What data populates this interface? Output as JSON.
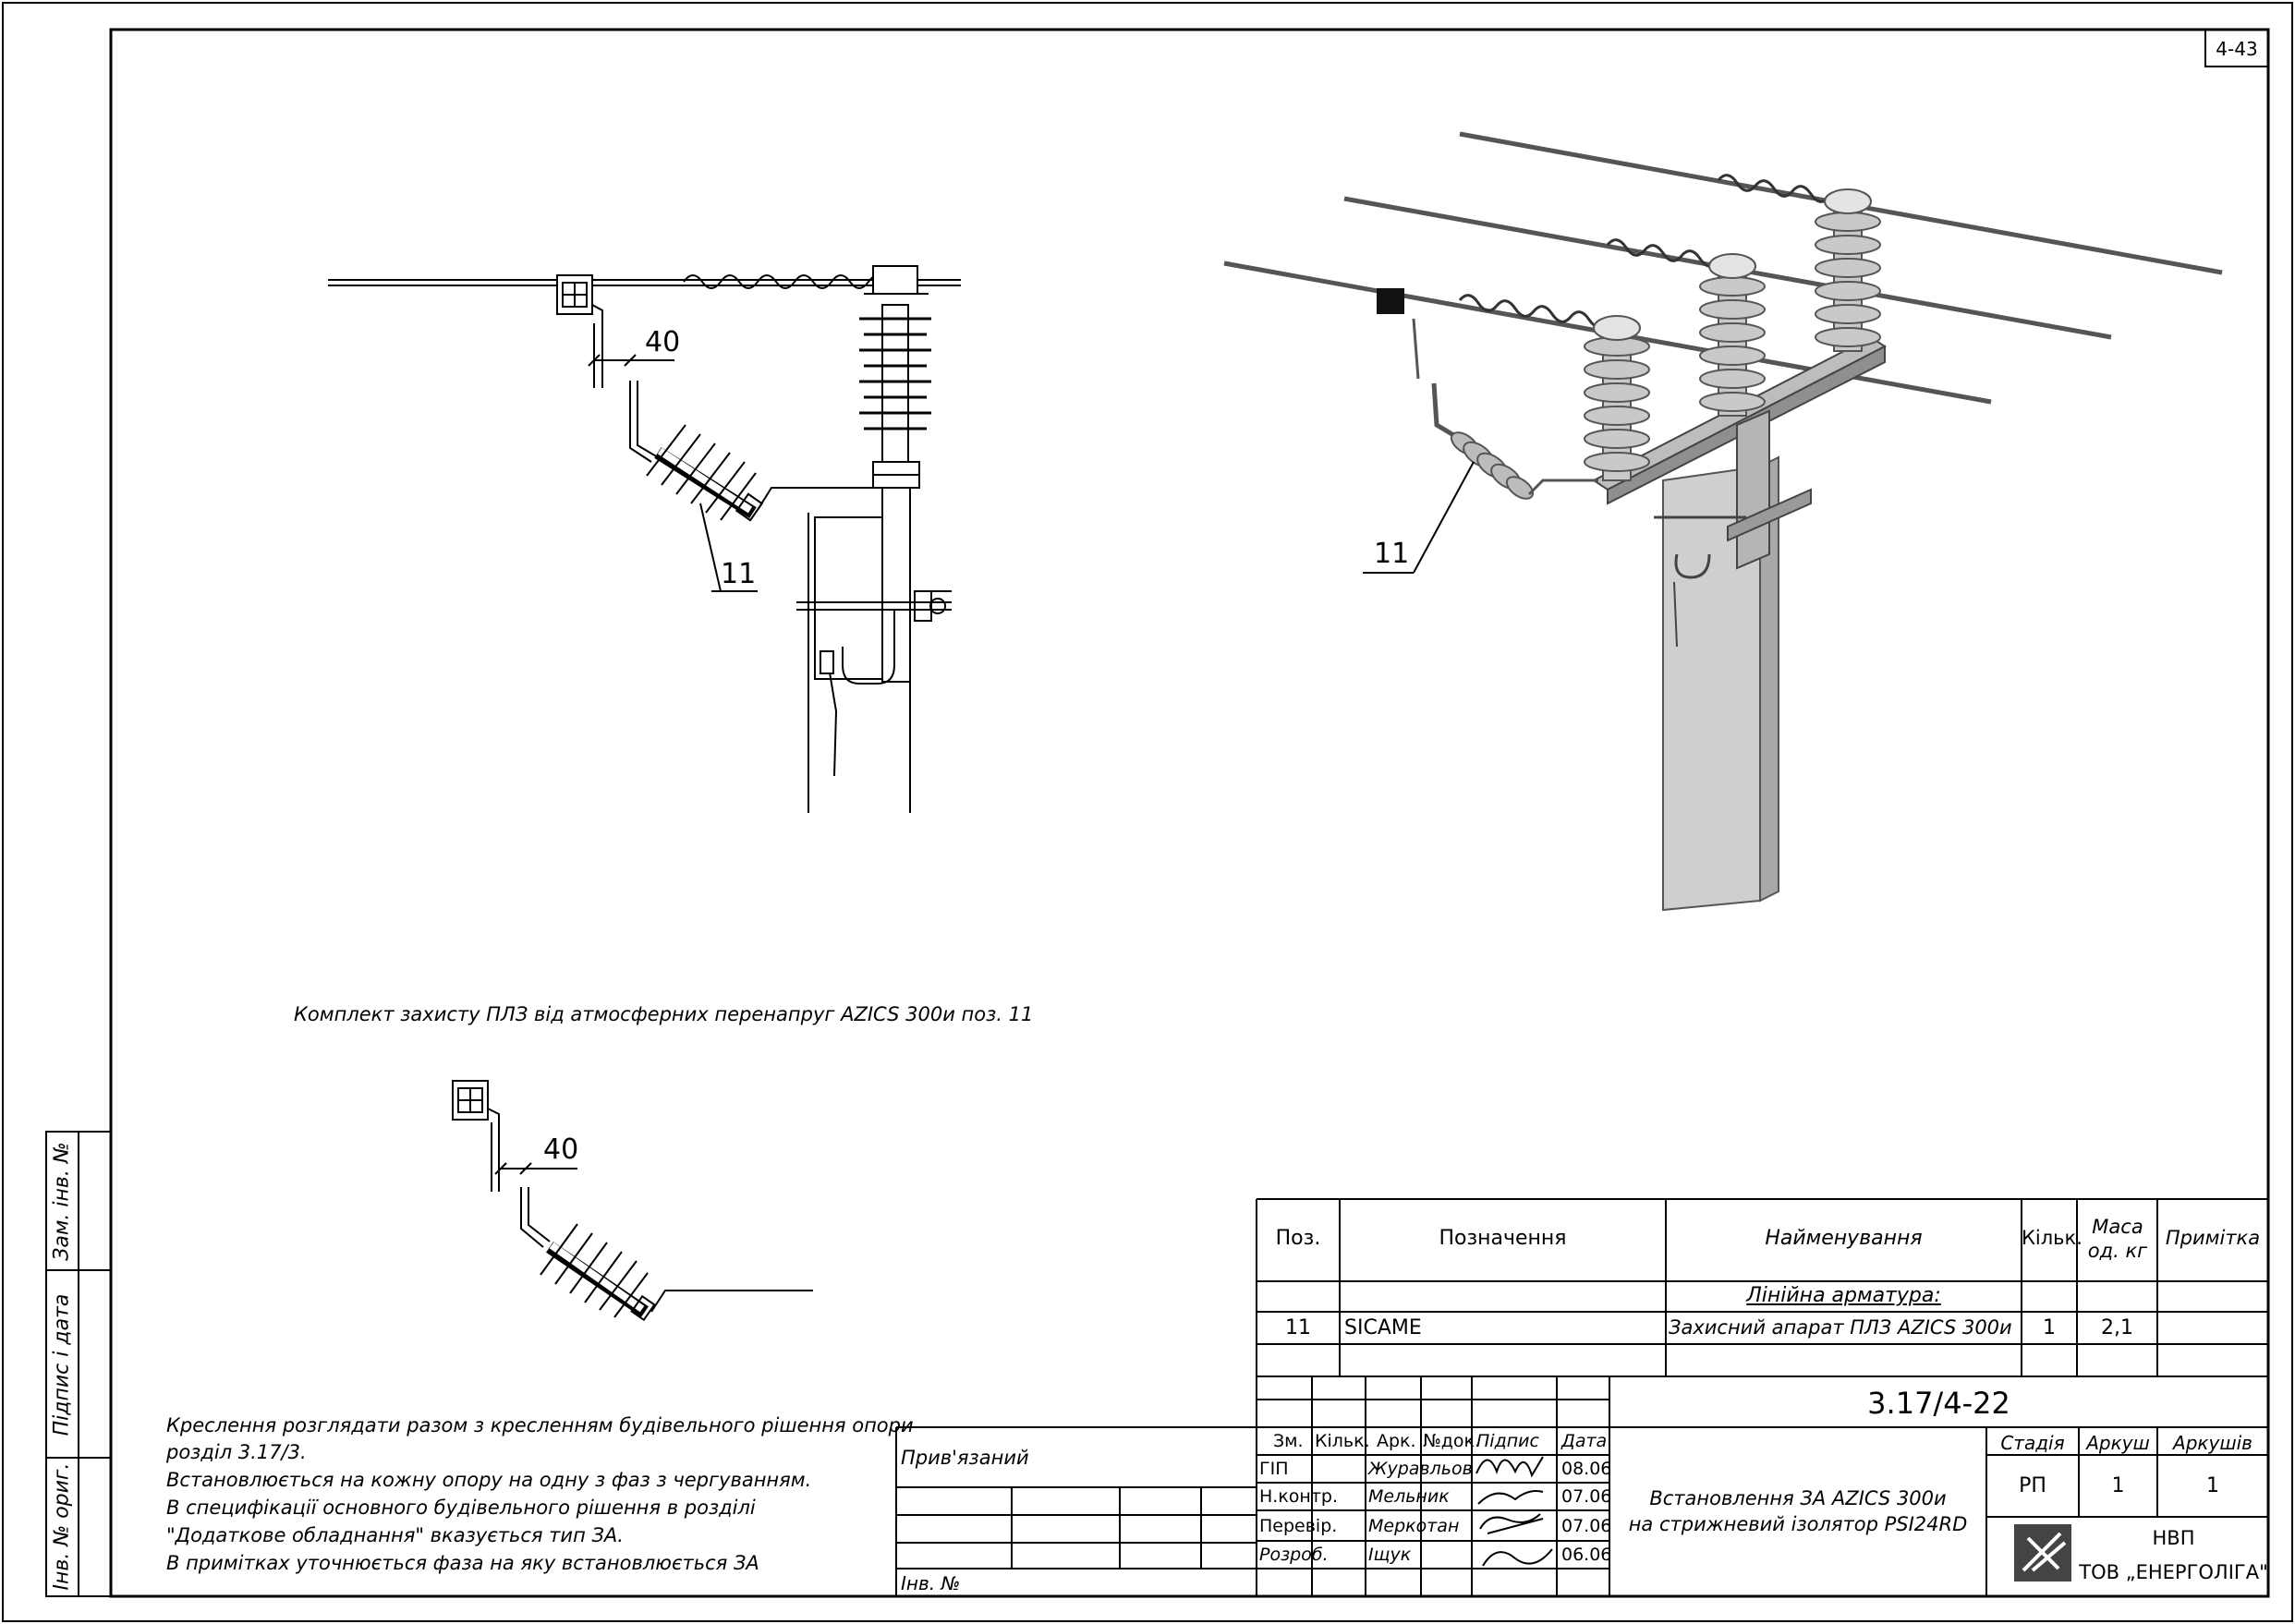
{
  "sheet_code": "4-43",
  "drawing": {
    "dim_40_top": "40",
    "pos_label_left": "11",
    "pos_label_3d": "11",
    "dim_40_bottom": "40",
    "caption": "Комплект захисту ПЛЗ від атмосферних перенапруг AZICS 300и поз. 11"
  },
  "notes": [
    "Креслення розглядати разом з кресленням будівельного рішення опори",
    "розділ 3.17/3.",
    "Встановлюється на кожну опору на одну з фаз з чергуванням.",
    "В специфікації основного будівельного рішення в розділі",
    "\"Додаткове обладнання\" вказується тип ЗА.",
    "В примітках уточнюється фаза на яку встановлюється ЗА"
  ],
  "side_stamp": {
    "zam_inv": "Зам. інв. №",
    "pidpys_data": "Підпис і дата",
    "inv_oryg": "Інв. № ориг."
  },
  "spec": {
    "headers": [
      "Поз.",
      "Позначення",
      "Найменування",
      "Кільк.",
      "Маса од. кг",
      "Примітка"
    ],
    "section": "Лінійна арматура:",
    "rows": [
      {
        "pos": "11",
        "designation": "SICAME",
        "name": "Захисний апарат ПЛЗ AZICS 300и",
        "qty": "1",
        "mass": "2,1",
        "note": ""
      }
    ]
  },
  "title_block": {
    "doc_number": "3.17/4-22",
    "title_line1": "Встановлення ЗА AZICS 300и",
    "title_line2": "на стрижневий ізолятор PSI24RD",
    "stage_header": "Стадія",
    "sheet_header": "Аркуш",
    "sheets_header": "Аркушів",
    "stage": "РП",
    "sheet": "1",
    "sheets": "1",
    "company_line1": "НВП",
    "company_line2": "ТОВ „ЕНЕРГОЛІГА\"",
    "col_headers": [
      "Зм.",
      "Кільк.",
      "Арк.",
      "№док.",
      "Підпис",
      "Дата"
    ],
    "staff": [
      {
        "role": "ГІП",
        "name": "Журавльов",
        "date": "08.06"
      },
      {
        "role": "Н.контр.",
        "name": "Мельник",
        "date": "07.06"
      },
      {
        "role": "Перевір.",
        "name": "Меркотан",
        "date": "07.06"
      },
      {
        "role": "Розроб.",
        "name": "Іщук",
        "date": "06.06"
      }
    ],
    "pryviazanyi": "Прив'язаний",
    "inv_no": "Інв. №"
  }
}
